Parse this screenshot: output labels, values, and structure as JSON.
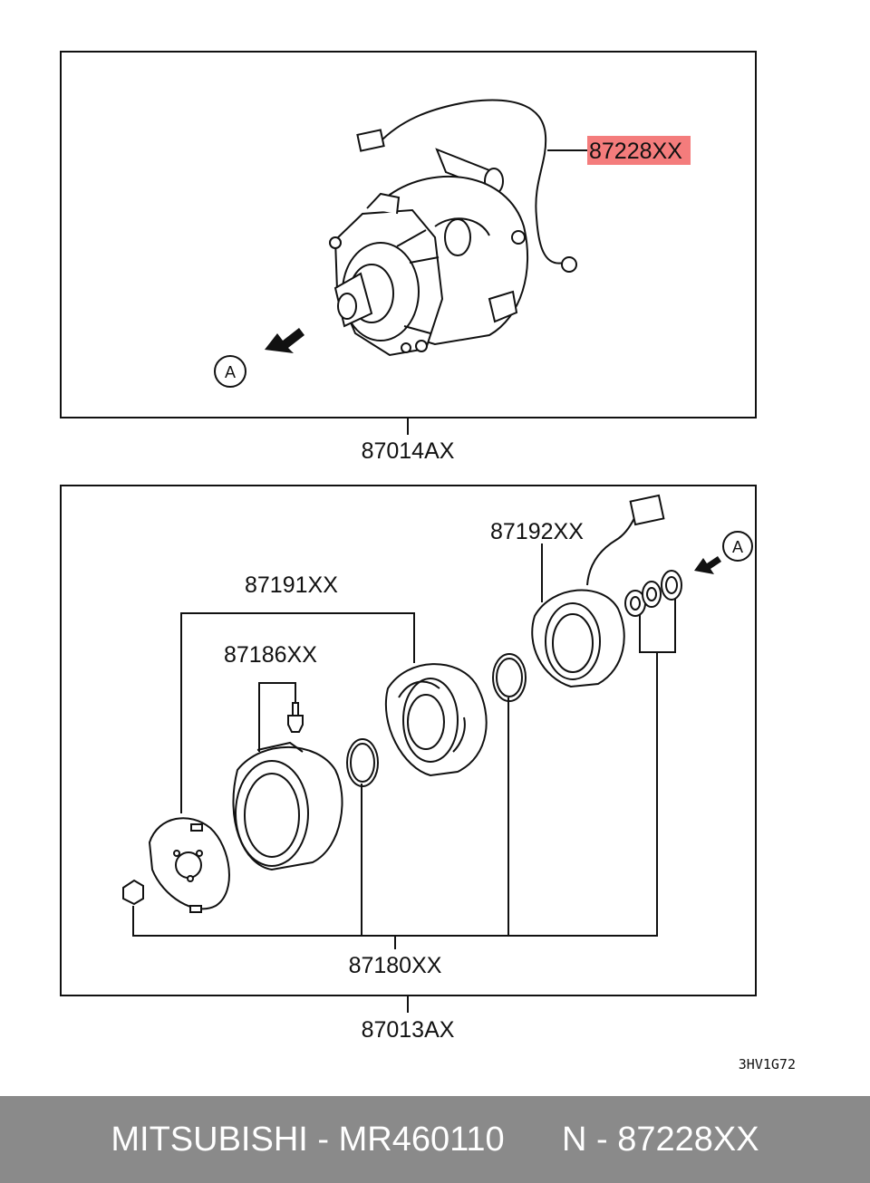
{
  "parts": {
    "compressor_harness": "87228XX",
    "compressor_assembly": "87014AX",
    "field_coil": "87192XX",
    "pulley_group": "87191XX",
    "pulley_bolt": "87186XX",
    "clutch_kit": "87180XX",
    "clutch_assembly": "87013AX"
  },
  "callouts": {
    "view_a_top": "A",
    "view_a_bottom": "A"
  },
  "drawing_code": "3HV1G72",
  "footer": {
    "text": "MITSUBISHI - MR460110      N - 87228XX"
  },
  "colors": {
    "highlight": "#f47c7c",
    "footer_bg": "#8a8a8a"
  }
}
